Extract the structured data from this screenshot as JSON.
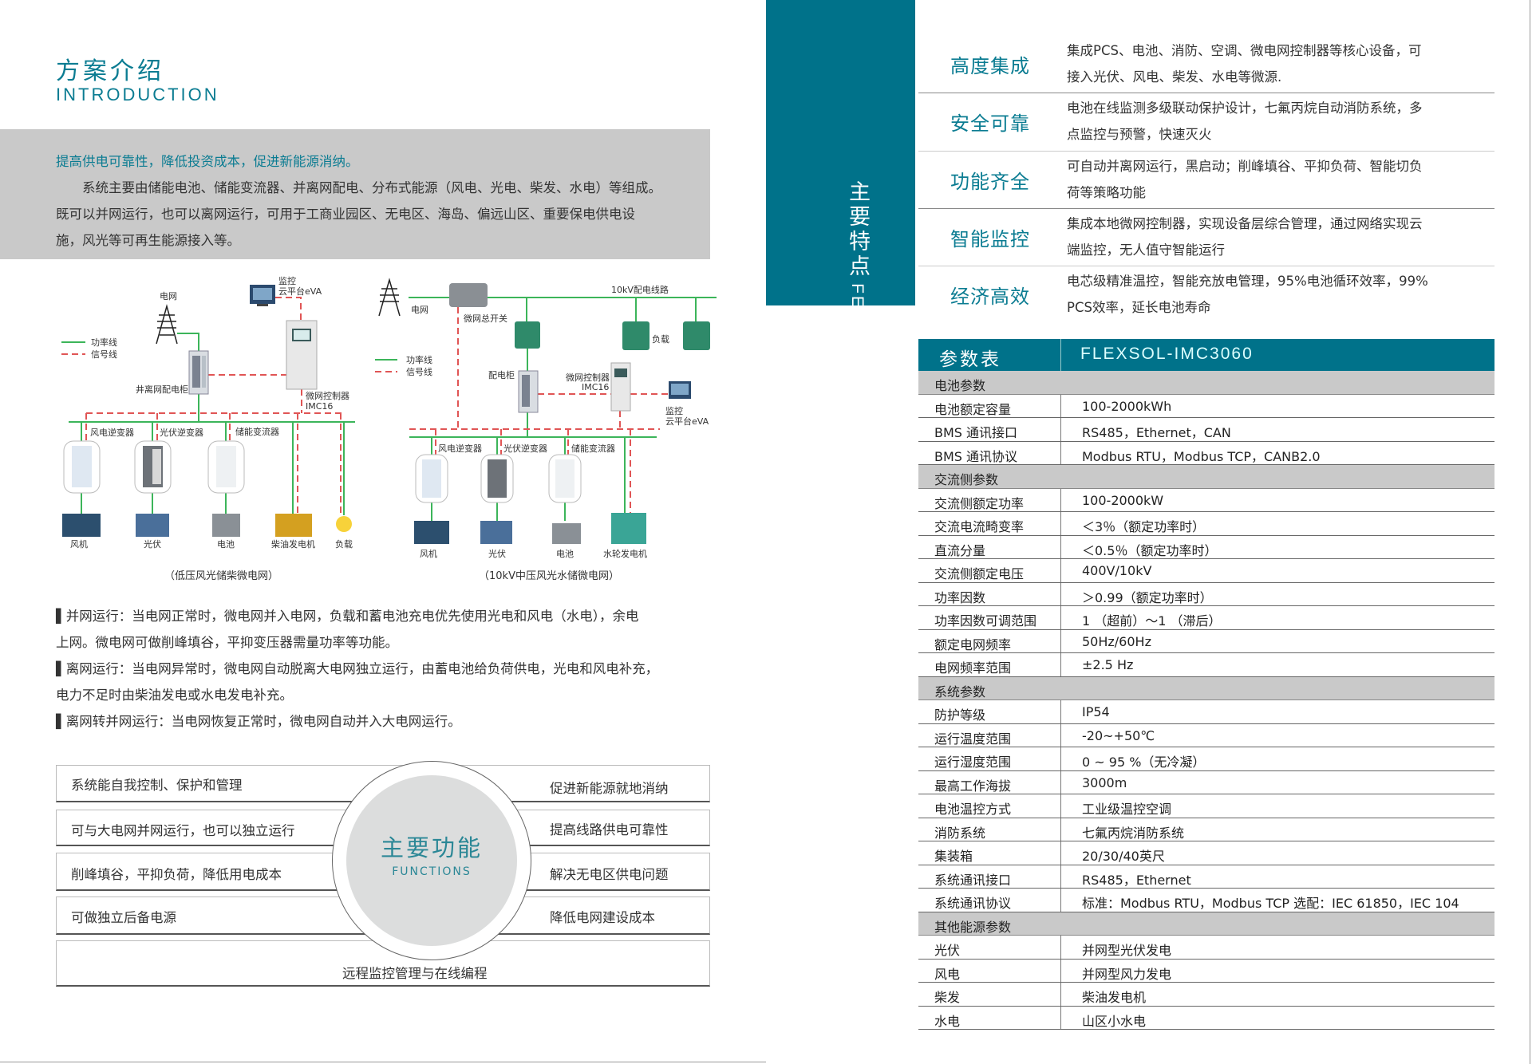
{
  "intro": {
    "title_cn": "方案介绍",
    "title_en": "INTRODUCTION",
    "headline": "提高供电可靠性，降低投资成本，促进新能源消纳。",
    "lines": [
      "　　系统主要由储能电池、储能变流器、并离网配电、分布式能源（风电、光电、柴发、水电）等组成。",
      "既可以并网运行，也可以离网运行，可用于工商业园区、无电区、海岛、偏远山区、重要保电供电设",
      "施，风光等可再生能源接入等。"
    ]
  },
  "diagram_low": {
    "grid": "电网",
    "monitor_1": "监控",
    "monitor_2": "云平台eVA",
    "legend_power": "功率线",
    "legend_signal": "信号线",
    "cabinet": "井离网配电柜",
    "controller_1": "微网控制器",
    "controller_2": "IMC16",
    "inv_wind": "风电逆变器",
    "inv_pv": "光伏逆变器",
    "inv_storage": "储能变流器",
    "src_wind": "风机",
    "src_pv": "光伏",
    "src_battery": "电池",
    "src_diesel": "柴油发电机",
    "src_load": "负载",
    "caption": "（低压风光储柴微电网）"
  },
  "diagram_mid": {
    "grid": "电网",
    "main_switch": "微网总开关",
    "line": "10kV配电线路",
    "load": "负载",
    "legend_power": "功率线",
    "legend_signal": "信号线",
    "cabinet": "配电柜",
    "controller_1": "微网控制器",
    "controller_2": "IMC16",
    "monitor_1": "监控",
    "monitor_2": "云平台eVA",
    "inv_wind": "风电逆变器",
    "inv_pv": "光伏逆变器",
    "inv_storage": "储能变流器",
    "src_wind": "风机",
    "src_pv": "光伏",
    "src_battery": "电池",
    "src_hydro": "水轮发电机",
    "caption": "（10kV中压风光水储微电网）"
  },
  "modes": [
    "▌并网运行：当电网正常时，微电网并入电网，负载和蓄电池充电优先使用光电和风电（水电），余电",
    "上网。微电网可做削峰填谷，平抑变压器需量功率等功能。",
    "▌离网运行：当电网异常时，微电网自动脱离大电网独立运行，由蓄电池给负荷供电，光电和风电补充，",
    "电力不足时由柴油发电或水电发电补充。",
    "▌离网转并网运行：当电网恢复正常时，微电网自动并入大电网运行。"
  ],
  "functions": {
    "title_cn": "主要功能",
    "title_en": "FUNCTIONS",
    "left": [
      "系统能自我控制、保护和管理",
      "可与大电网并网运行，也可以独立运行",
      "削峰填谷，平抑负荷，降低用电成本",
      "可做独立后备电源"
    ],
    "right": [
      "促进新能源就地消纳",
      "提高线路供电可靠性",
      "解决无电区供电问题",
      "降低电网建设成本"
    ],
    "bottom": "远程监控管理与在线编程"
  },
  "features": {
    "title_cn": "主要特点",
    "title_en": "FEATURES",
    "items": [
      {
        "title": "高度集成",
        "lines": [
          "集成PCS、电池、消防、空调、微电网控制器等核心设备，可",
          "接入光伏、风电、柴发、水电等微源."
        ]
      },
      {
        "title": "安全可靠",
        "lines": [
          "电池在线监测多级联动保护设计，七氟丙烷自动消防系统，多",
          "点监控与预警，快速灭火"
        ]
      },
      {
        "title": "功能齐全",
        "lines": [
          "可自动并离网运行，黑启动；削峰填谷、平抑负荷、智能切负",
          "荷等策略功能"
        ]
      },
      {
        "title": "智能监控",
        "lines": [
          "集成本地微网控制器，实现设备层综合管理，通过网络实现云",
          "端监控，无人值守智能运行"
        ]
      },
      {
        "title": "经济高效",
        "lines": [
          "电芯级精准温控，智能充放电管理，95%电池循环效率，99%",
          "PCS效率，延长电池寿命"
        ]
      }
    ]
  },
  "params": {
    "title": "参数表",
    "model": "FLEXSOL-IMC3060",
    "rows": [
      {
        "section": true,
        "label": "电池参数"
      },
      {
        "label": "电池额定容量",
        "value": "100-2000kWh"
      },
      {
        "label": "BMS 通讯接口",
        "value": "RS485，Ethernet，CAN"
      },
      {
        "label": "BMS 通讯协议",
        "value": "Modbus RTU，Modbus TCP，CANB2.0"
      },
      {
        "section": true,
        "label": "交流侧参数"
      },
      {
        "label": "交流侧额定功率",
        "value": "100-2000kW"
      },
      {
        "label": "交流电流畸变率",
        "value": "＜3％（额定功率时）"
      },
      {
        "label": "直流分量",
        "value": "＜0.5％（额定功率时）"
      },
      {
        "label": "交流侧额定电压",
        "value": "400V/10kV"
      },
      {
        "label": "功率因数",
        "value": "＞0.99（额定功率时）"
      },
      {
        "label": "功率因数可调范围",
        "value": "1 （超前）～1 （滞后）"
      },
      {
        "label": "额定电网频率",
        "value": "50Hz/60Hz"
      },
      {
        "label": "电网频率范围",
        "value": "±2.5 Hz"
      },
      {
        "section": true,
        "label": "系统参数"
      },
      {
        "label": "防护等级",
        "value": "IP54"
      },
      {
        "label": "运行温度范围",
        "value": "-20~+50℃"
      },
      {
        "label": "运行湿度范围",
        "value": "0 ~ 95 %（无冷凝）"
      },
      {
        "label": "最高工作海拔",
        "value": "3000m"
      },
      {
        "label": "电池温控方式",
        "value": "工业级温控空调"
      },
      {
        "label": "消防系统",
        "value": "七氟丙烷消防系统"
      },
      {
        "label": "集装箱",
        "value": "20/30/40英尺"
      },
      {
        "label": "系统通讯接口",
        "value": "RS485，Ethernet"
      },
      {
        "label": "系统通讯协议",
        "value": "标准：Modbus RTU，Modbus TCP 选配：IEC 61850，IEC 104"
      },
      {
        "section": true,
        "label": "其他能源参数"
      },
      {
        "label": "光伏",
        "value": "并网型光伏发电"
      },
      {
        "label": "风电",
        "value": "并网型风力发电"
      },
      {
        "label": "柴发",
        "value": "柴油发电机"
      },
      {
        "label": "水电",
        "value": "山区小水电"
      }
    ]
  },
  "colors": {
    "brand_teal": "#00728a",
    "section_gray": "#c9c9c9",
    "power_line": "#3cb55a",
    "signal_line": "#e05555"
  }
}
